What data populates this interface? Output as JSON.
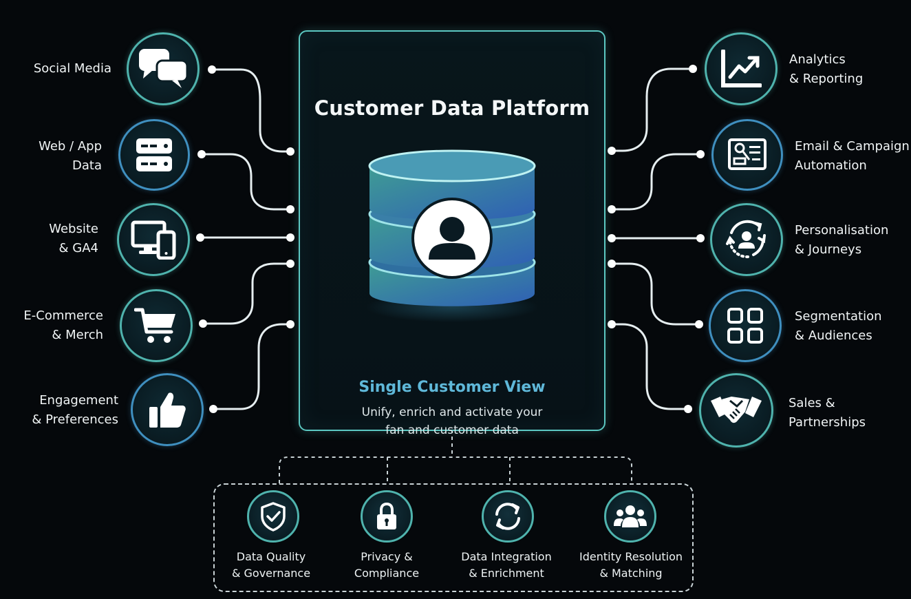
{
  "platform": {
    "title": "Customer Data Platform",
    "subtitle": "Single Customer View",
    "description_line1": "Unify, enrich and activate your",
    "description_line2": "fan and customer data"
  },
  "sources": [
    {
      "line1": "Social Media",
      "line2": "",
      "icon": "chat-bubbles-icon"
    },
    {
      "line1": "Web / App",
      "line2": "Data",
      "icon": "server-icon"
    },
    {
      "line1": "Website",
      "line2": "& GA4",
      "icon": "devices-icon"
    },
    {
      "line1": "E-Commerce",
      "line2": "& Merch",
      "icon": "shopping-cart-icon"
    },
    {
      "line1": "Engagement",
      "line2": "& Preferences",
      "icon": "thumbs-up-icon"
    }
  ],
  "outputs": [
    {
      "line1": "Analytics",
      "line2": "& Reporting",
      "icon": "line-chart-icon"
    },
    {
      "line1": "Email & Campaign",
      "line2": "Automation",
      "icon": "campaign-icon"
    },
    {
      "line1": "Personalisation",
      "line2": "& Journeys",
      "icon": "user-cycle-icon"
    },
    {
      "line1": "Segmentation",
      "line2": "& Audiences",
      "icon": "grid-icon"
    },
    {
      "line1": "Sales &",
      "line2": "Partnerships",
      "icon": "handshake-icon"
    }
  ],
  "foundations": [
    {
      "line1": "Data Quality",
      "line2": "& Governance",
      "icon": "shield-check-icon"
    },
    {
      "line1": "Privacy &",
      "line2": "Compliance",
      "icon": "lock-icon"
    },
    {
      "line1": "Data Integration",
      "line2": "& Enrichment",
      "icon": "sync-icon"
    },
    {
      "line1": "Identity Resolution",
      "line2": "& Matching",
      "icon": "group-icon"
    }
  ],
  "colors": {
    "accent_teal": "#4fb3ad",
    "accent_blue": "#3f8fbf",
    "subtitle_blue": "#5fb8d9",
    "background": "#05080b"
  }
}
